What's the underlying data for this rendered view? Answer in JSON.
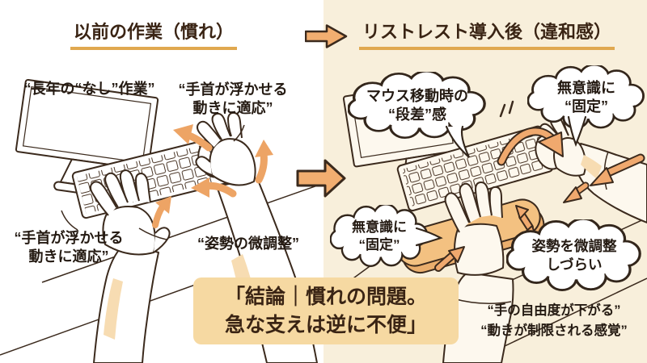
{
  "left_panel": {
    "title": "以前の作業（慣れ）",
    "quote_long_time": "“長年の“なし”作業”",
    "quote_wrist_float_top": {
      "line1": "“手首が浮かせる",
      "line2": "動きに適応”"
    },
    "quote_wrist_float_bottom": {
      "line1": "“手首が浮かせる",
      "line2": "動きに適応”"
    },
    "quote_posture": "“姿勢の微調整”"
  },
  "right_panel": {
    "title": "リストレスト導入後（違和感）",
    "bubble_mouse_step": {
      "line1": "マウス移動時の",
      "line2": "“段差”感"
    },
    "bubble_unconscious_fix_top": {
      "line1": "無意識に",
      "line2": "“固定”"
    },
    "bubble_unconscious_fix_left": {
      "line1": "無意識に",
      "line2": "“固定”"
    },
    "bubble_posture_adjust": {
      "line1": "姿勢を微調整",
      "line2": "しづらい"
    },
    "quote_hand_freedom": "“手の自由度が下がる”",
    "quote_movement_restricted": "“動きが制限される感覚”"
  },
  "conclusion": {
    "line1": "「結論｜慣れの問題。",
    "line2": "急な支えは逆に不便」"
  },
  "colors": {
    "left_bg": "#ffffff",
    "right_bg": "#f8efdb",
    "arrow_fill": "#f2ae70",
    "arrow_solid": "#eda465",
    "outline_brown": "#3b2a1d",
    "underline_gold": "#e0a84f",
    "conclusion_bg": "#f6d9a2",
    "title_text": "#3a2414",
    "wrist_rest": "#f3c181"
  }
}
